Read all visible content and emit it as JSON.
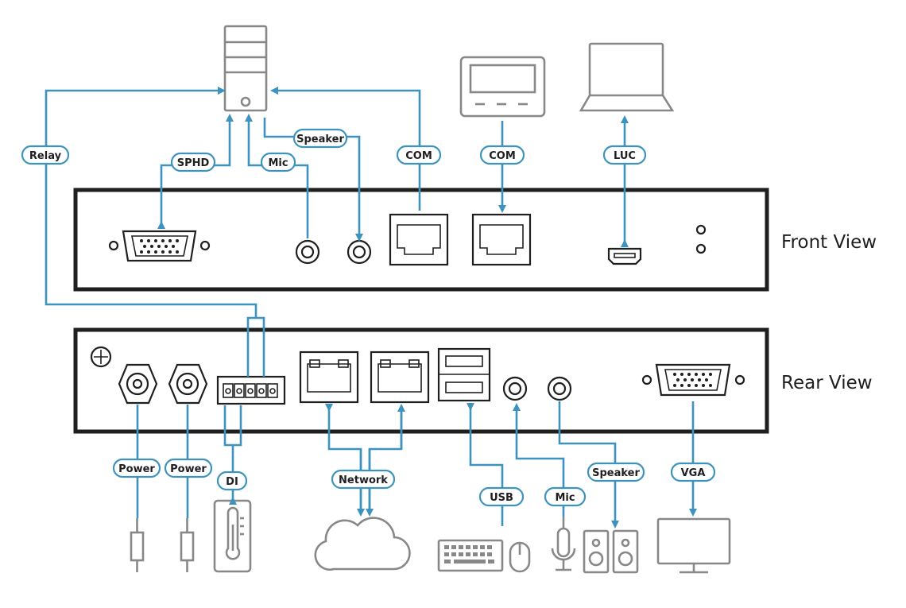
{
  "views": {
    "front": "Front View",
    "rear": "Rear View"
  },
  "labels": {
    "relay": "Relay",
    "sphd": "SPHD",
    "mic_front": "Mic",
    "speaker_front": "Speaker",
    "com_1": "COM",
    "com_2": "COM",
    "luc": "LUC",
    "power_1": "Power",
    "power_2": "Power",
    "di": "DI",
    "network": "Network",
    "usb": "USB",
    "mic_rear": "Mic",
    "speaker_rear": "Speaker",
    "vga": "VGA"
  },
  "colors": {
    "cable": "#3d93bd",
    "device": "#888888",
    "panel": "#1f1f1f"
  }
}
